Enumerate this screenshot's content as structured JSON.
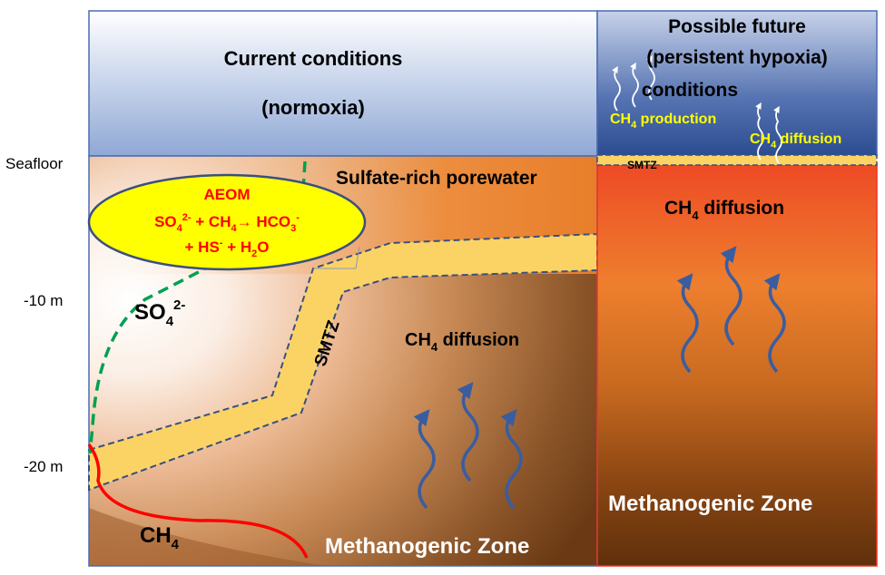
{
  "left_panel": {
    "title_line1": "Current conditions",
    "title_line2": "(normoxia)",
    "sulfate_label": "Sulfate-rich porewater",
    "aeom_title": "AEOM",
    "aeom_eq_line1": {
      "a": "SO",
      "a_sub": "4",
      "a_sup": "2-",
      "b": " + CH",
      "b_sub": "4",
      "arrow": "→",
      "c": " HCO",
      "c_sub": "3",
      "c_sup": "-"
    },
    "aeom_eq_line2": {
      "a": "+ HS",
      "a_sup": "-",
      "b": " + H",
      "b_sub": "2",
      "c": "O"
    },
    "so4_label": {
      "base": "SO",
      "sub": "4",
      "sup": "2-"
    },
    "smtz_label": "SMTZ",
    "ch4_diffusion": {
      "base": "CH",
      "sub": "4",
      "rest": " diffusion"
    },
    "ch4_label": {
      "base": "CH",
      "sub": "4"
    },
    "methanogenic_label": "Methanogenic Zone"
  },
  "right_panel": {
    "title_line1": "Possible future",
    "title_line2": "(persistent hypoxia)",
    "title_line3": "conditions",
    "ch4_production": {
      "base": "CH",
      "sub": "4",
      "rest": " production"
    },
    "ch4_diffusion_top": {
      "base": "CH",
      "sub": "4",
      "rest": " diffusion"
    },
    "smtz_label": "SMTZ",
    "ch4_diffusion": {
      "base": "CH",
      "sub": "4",
      "rest": " diffusion"
    },
    "methanogenic_label": "Methanogenic Zone"
  },
  "depth_labels": {
    "seafloor": "Seafloor",
    "m10": "-10 m",
    "m20": "-20 m"
  },
  "colors": {
    "smtz_fill": "#FBD365",
    "aeom_fill": "#FFFF00",
    "aeom_text": "#FF0000",
    "so4_line": "#00A050",
    "ch4_line": "#FF0000",
    "arrow_blue": "#3A5DA0",
    "yellow_text": "#FFFF00",
    "panel_border": "#4A6CB0"
  }
}
